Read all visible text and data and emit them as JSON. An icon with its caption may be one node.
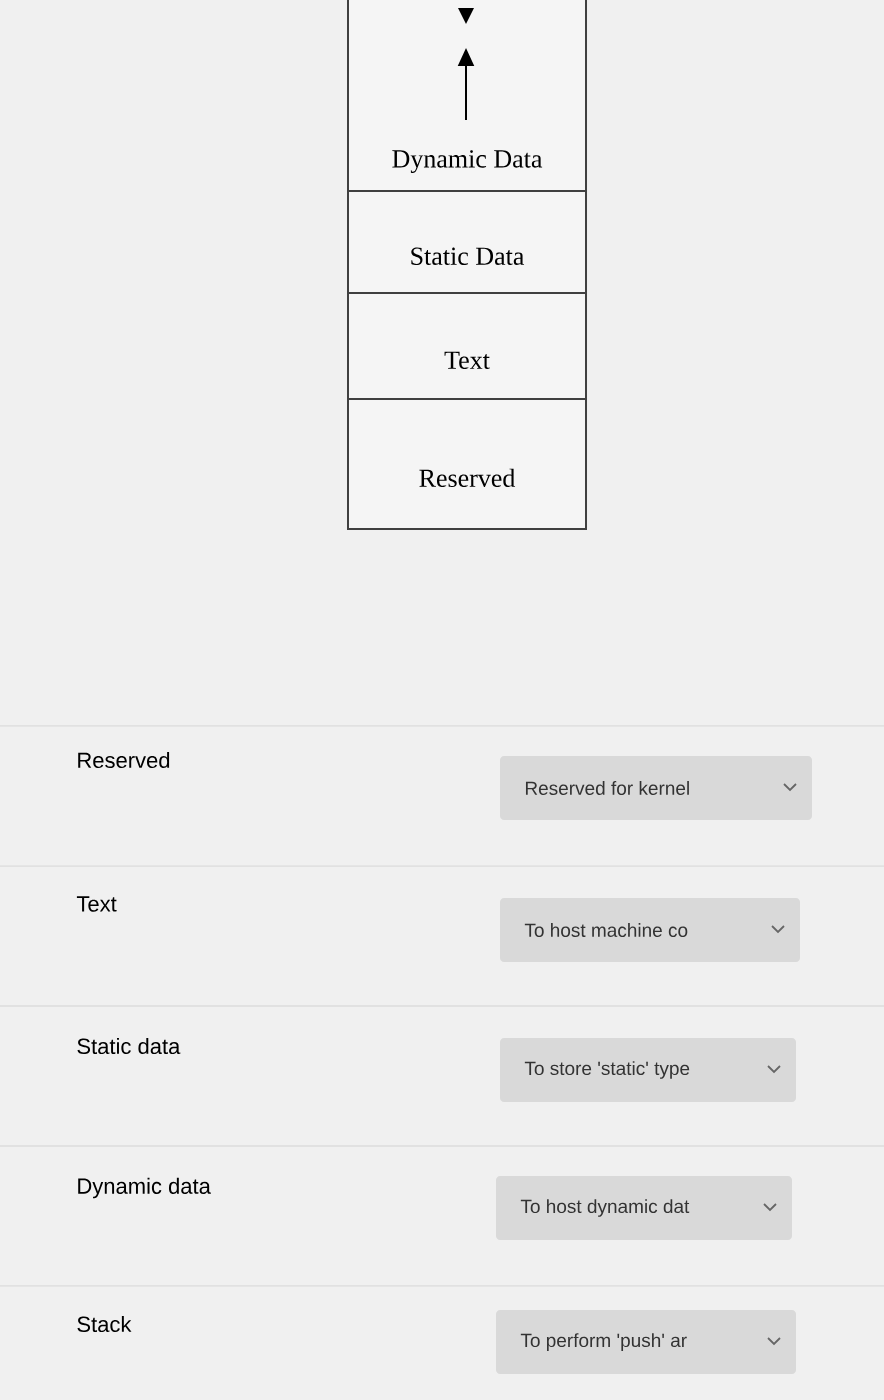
{
  "diagram": {
    "nodes": [
      {
        "text": [
          "Dynamic Data"
        ]
      },
      {
        "text": [
          "Static Data"
        ]
      },
      {
        "text": [
          "Text"
        ]
      },
      {
        "text": [
          "Reserved"
        ]
      }
    ],
    "labels": [
      "Reserved",
      "Reserved for kernel",
      "Text",
      "To host machine co",
      "Static data",
      "To store 'static' type",
      "Dynamic data",
      "To host dynamic dat",
      "Stack",
      "To perform 'push' ar"
    ]
  }
}
